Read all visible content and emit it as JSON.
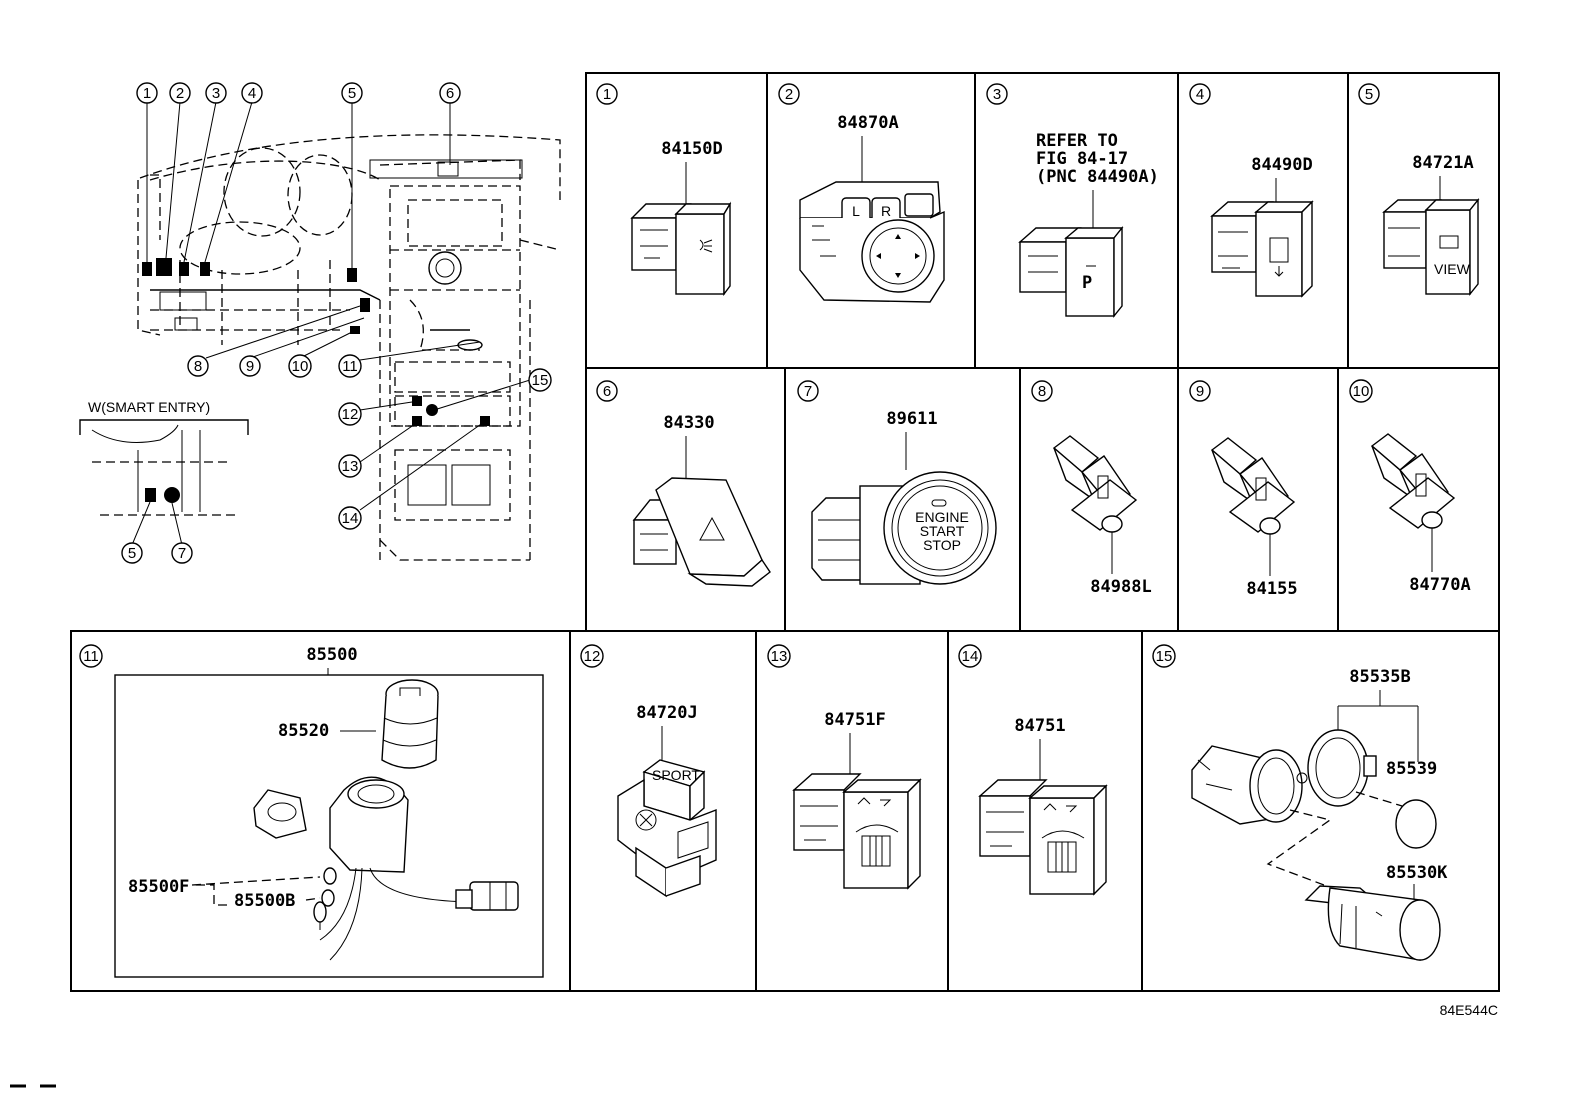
{
  "diagram": {
    "callouts": [
      "1",
      "2",
      "3",
      "4",
      "5",
      "6",
      "7",
      "8",
      "9",
      "10",
      "11",
      "12",
      "13",
      "14",
      "15"
    ],
    "smart_entry_label": "W(SMART ENTRY)",
    "refer_note": [
      "REFER TO",
      "FIG 84-17",
      "(PNC 84490A)"
    ],
    "switch_legends": {
      "l": "L",
      "r": "R",
      "parking": "P",
      "view": "VIEW",
      "sport": "SPORT",
      "engine_start": [
        "ENGINE",
        "START",
        "STOP"
      ]
    },
    "parts": {
      "p1": "84150D",
      "p2": "84870A",
      "p4": "84490D",
      "p5": "84721A",
      "p6": "84330",
      "p7": "89611",
      "p8": "84988L",
      "p9": "84155",
      "p10": "84770A",
      "p11": "85500",
      "p11a": "85520",
      "p11b": "85500F",
      "p11c": "85500B",
      "p12": "84720J",
      "p13": "84751F",
      "p14": "84751",
      "p15": "85535B",
      "p15a": "85539",
      "p15b": "85530K"
    },
    "diagram_code": "84E544C"
  }
}
